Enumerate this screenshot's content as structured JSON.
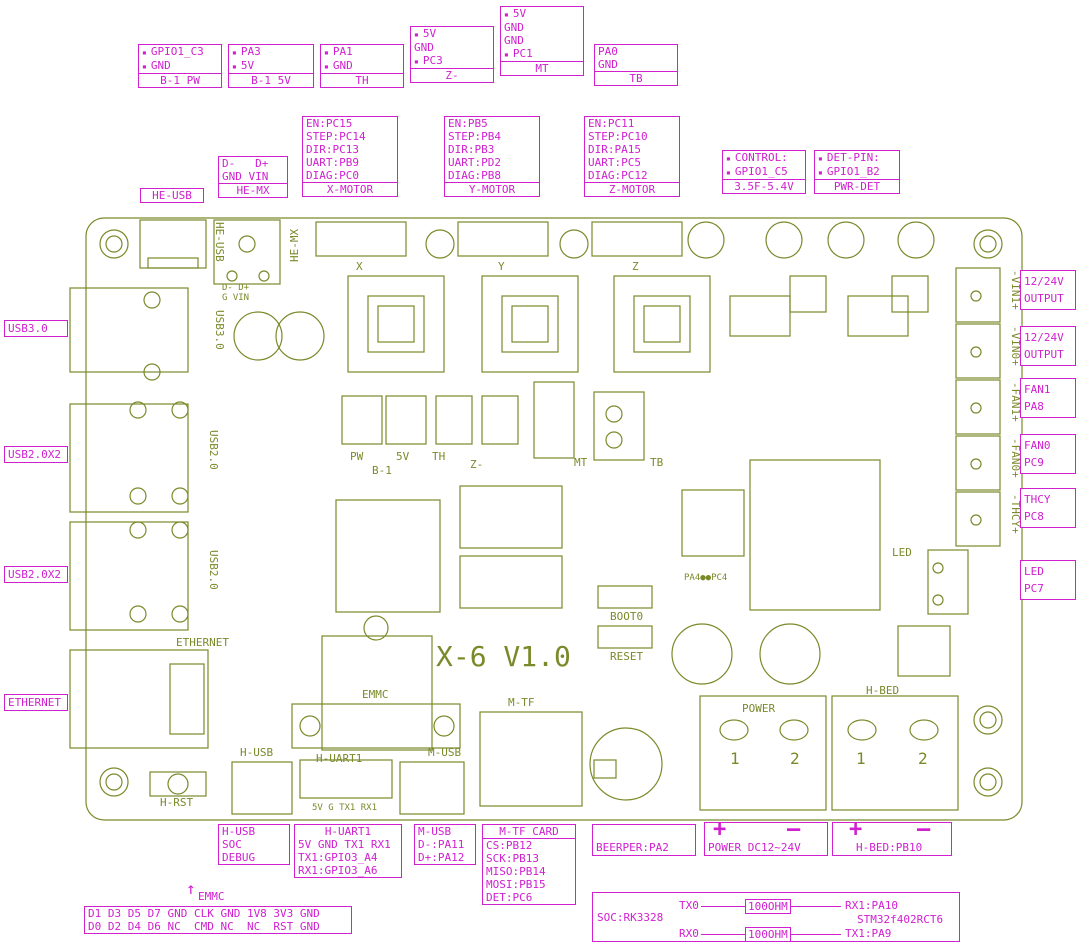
{
  "colors": {
    "board_line": "#7a8a2a",
    "label": "#d020d0"
  },
  "board": {
    "model": "X-6 V1.0",
    "silk": {
      "he_usb": "HE-USB",
      "he_mx": "HE-MX",
      "he_mx_pins_top": "D-   D+",
      "he_mx_pins_bottom": "G    VIN",
      "usb3": "USB3.0",
      "usb2_a": "USB2.0",
      "usb2_b": "USB2.0",
      "ethernet": "ETHERNET",
      "x": "X",
      "y": "Y",
      "z": "Z",
      "pw": "PW",
      "v5": "5V",
      "th": "TH",
      "b1": "B-1",
      "zm": "Z-",
      "mt": "MT",
      "tb": "TB",
      "boot0": "BOOT0",
      "reset": "RESET",
      "emmc": "EMMC",
      "mtf": "M-TF",
      "h_usb": "H-USB",
      "h_uart1": "H-UART1",
      "m_usb": "M-USB",
      "uart_pins": "5V G TX1 RX1",
      "h_rst": "H-RST",
      "led": "LED",
      "pa4pc4": "PA4●●PC4",
      "power": "POWER",
      "power_1": "1",
      "power_2": "2",
      "hbed": "H-BED",
      "hbed_1": "1",
      "hbed_2": "2",
      "vin1": "-VIN1+",
      "vin0": "-VIN0+",
      "fan1": "-FAN1+",
      "fan0": "-FAN0+",
      "thcy": "-THCY+"
    }
  },
  "labels": {
    "b1pw": {
      "rows": [
        "GPIO1_C3",
        "GND"
      ],
      "title": "B-1 PW"
    },
    "b15v": {
      "rows": [
        "PA3",
        "5V"
      ],
      "title": "B-1 5V"
    },
    "th": {
      "rows": [
        "PA1",
        "GND"
      ],
      "title": "TH"
    },
    "zm": {
      "rows": [
        "5V",
        "GND",
        "PC3"
      ],
      "title": "Z-"
    },
    "mt": {
      "rows": [
        "5V",
        "GND",
        "GND",
        "PC1"
      ],
      "title": "MT"
    },
    "tb": {
      "rows": [
        "PA0",
        "GND"
      ],
      "title": "TB"
    },
    "xmotor": {
      "rows": [
        "EN:PC15",
        "STEP:PC14",
        "DIR:PC13",
        "UART:PB9",
        "DIAG:PC0"
      ],
      "title": "X-MOTOR"
    },
    "ymotor": {
      "rows": [
        "EN:PB5",
        "STEP:PB4",
        "DIR:PB3",
        "UART:PD2",
        "DIAG:PB8"
      ],
      "title": "Y-MOTOR"
    },
    "zmotor": {
      "rows": [
        "EN:PC11",
        "STEP:PC10",
        "DIR:PA15",
        "UART:PC5",
        "DIAG:PC12"
      ],
      "title": "Z-MOTOR"
    },
    "hemx": {
      "rows": [
        "D-   D+",
        "GND VIN"
      ],
      "title": "HE-MX"
    },
    "heusb": {
      "title": "HE-USB"
    },
    "control": {
      "rows": [
        "CONTROL:",
        "GPIO1_C5"
      ],
      "title": "3.5F-5.4V"
    },
    "pwrdet": {
      "rows": [
        "DET-PIN:",
        "GPIO1_B2"
      ],
      "title": "PWR-DET"
    },
    "usb3": {
      "text": "USB3.0"
    },
    "usb2a": {
      "text": "USB2.0X2"
    },
    "usb2b": {
      "text": "USB2.0X2"
    },
    "ethernet": {
      "text": "ETHERNET"
    },
    "out1": {
      "rows": [
        "12/24V",
        "OUTPUT"
      ]
    },
    "out0": {
      "rows": [
        "12/24V",
        "OUTPUT"
      ]
    },
    "fan1": {
      "rows": [
        "FAN1",
        "PA8"
      ]
    },
    "fan0": {
      "rows": [
        "FAN0",
        "PC9"
      ]
    },
    "thcy": {
      "rows": [
        "THCY",
        "PC8"
      ]
    },
    "led": {
      "rows": [
        "LED",
        "PC7"
      ]
    },
    "husb": {
      "rows": [
        "H-USB",
        "SOC",
        "DEBUG"
      ]
    },
    "huart1": {
      "rows": [
        "H-UART1",
        "5V GND TX1 RX1",
        "TX1:GPIO3_A4",
        "RX1:GPIO3_A6"
      ]
    },
    "musb": {
      "rows": [
        "M-USB",
        "D-:PA11",
        "D+:PA12"
      ]
    },
    "mtf": {
      "title": "M-TF CARD",
      "rows": [
        "CS:PB12",
        "SCK:PB13",
        "MISO:PB14",
        "MOSI:PB15",
        "DET:PC6"
      ]
    },
    "beeper": {
      "text": "BEERPER:PA2"
    },
    "power": {
      "text": "POWER DC12~24V",
      "plus": "+",
      "minus": "—"
    },
    "hbed": {
      "text": "H-BED:PB10",
      "plus": "+",
      "minus": "—"
    },
    "emmc": {
      "arrow": "↑",
      "title": "EMMC",
      "row1": "D1 D3 D5 D7 GND CLK GND 1V8 3V3 GND",
      "row2": "D0 D2 D4 D6 NC  CMD NC  NC  RST GND"
    },
    "uart": {
      "soc": "SOC:RK3328",
      "tx0": "TX0",
      "rx0": "RX0",
      "r1": "100OHM",
      "r2": "100OHM",
      "rx1": "RX1:PA10",
      "mcu": "STM32f402RCT6",
      "tx1": "TX1:PA9"
    }
  }
}
